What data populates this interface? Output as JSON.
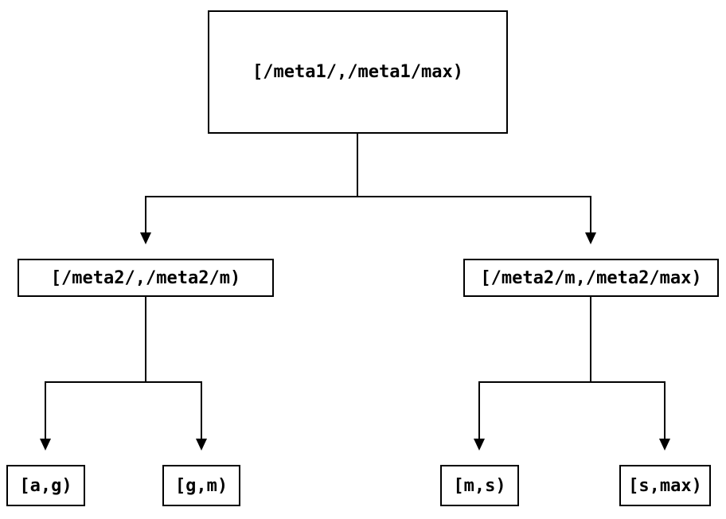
{
  "nodes": {
    "root": {
      "label": "[/meta1/,/meta1/max)"
    },
    "left": {
      "label": "[/meta2/,/meta2/m)"
    },
    "right": {
      "label": "[/meta2/m,/meta2/max)"
    },
    "leaf_ag": {
      "label": "[a,g)"
    },
    "leaf_gm": {
      "label": "[g,m)"
    },
    "leaf_ms": {
      "label": "[m,s)"
    },
    "leaf_smax": {
      "label": "[s,max)"
    }
  },
  "edges": [
    {
      "from": "root",
      "to": "left"
    },
    {
      "from": "root",
      "to": "right"
    },
    {
      "from": "left",
      "to": "leaf_ag"
    },
    {
      "from": "left",
      "to": "leaf_gm"
    },
    {
      "from": "right",
      "to": "leaf_ms"
    },
    {
      "from": "right",
      "to": "leaf_smax"
    }
  ],
  "colors": {
    "background": "#ffffff",
    "line": "#000000",
    "box_border": "#000000",
    "text": "#000000"
  }
}
